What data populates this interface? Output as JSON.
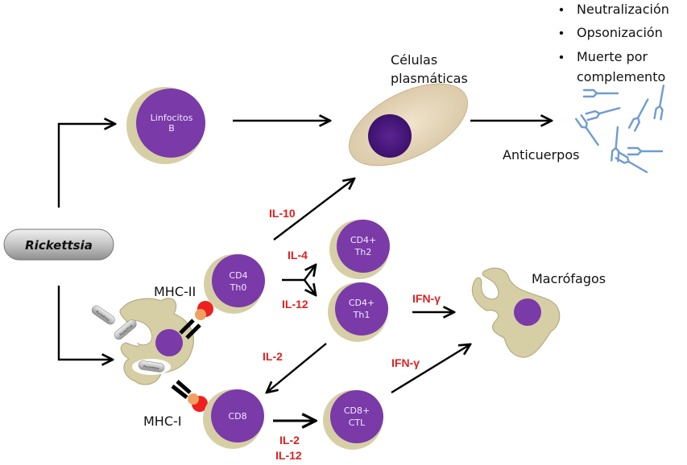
{
  "title": "Respuesta inmune frente a Rickettsia",
  "colors": {
    "cell_purple": "#7a3aa8",
    "cell_rim": "#d6cfa6",
    "cytokine_red": "#e02020",
    "antibody_blue": "#6f9bd1",
    "plasma_cell": "#e6d8bc",
    "nucleus_dark": "#4a1a7a",
    "mhc_red": "#ee2020",
    "mhc_orange": "#f0a060",
    "pill_gray": "#c8c8c8"
  },
  "pathogen": {
    "label": "Rickettsia",
    "icon": "rickettsia-pill-icon"
  },
  "apc": {
    "particles": [
      "Rickettsia",
      "Rickettsia",
      "Rickettsia"
    ],
    "mhc_ii_label": "MHC-II",
    "mhc_i_label": "MHC-I"
  },
  "cells": {
    "b_cell": {
      "line1": "Linfocitos",
      "line2": "B"
    },
    "cd4_th0": {
      "line1": "CD4",
      "line2": "Th0"
    },
    "cd4_th2": {
      "line1": "CD4+",
      "line2": "Th2"
    },
    "cd4_th1": {
      "line1": "CD4+",
      "line2": "Th1"
    },
    "cd8": {
      "line1": "CD8"
    },
    "cd8_ctl": {
      "line1": "CD8+",
      "line2": "CTL"
    }
  },
  "labels": {
    "plasma_line1": "Células",
    "plasma_line2": "plasmáticas",
    "antibodies": "Anticuerpos",
    "macrophages": "Macrófagos"
  },
  "functions": [
    "Neutralización",
    "Opsonización",
    "Muerte por",
    "complemento"
  ],
  "cytokines": {
    "il10": "IL-10",
    "il4": "IL-4",
    "il12": "IL-12",
    "il2_top": "IL-2",
    "ifng_th1": "IFN-γ",
    "ifng_ctl": "IFN-γ",
    "il2_bottom": "IL-2",
    "il12_bottom": "IL-12"
  }
}
